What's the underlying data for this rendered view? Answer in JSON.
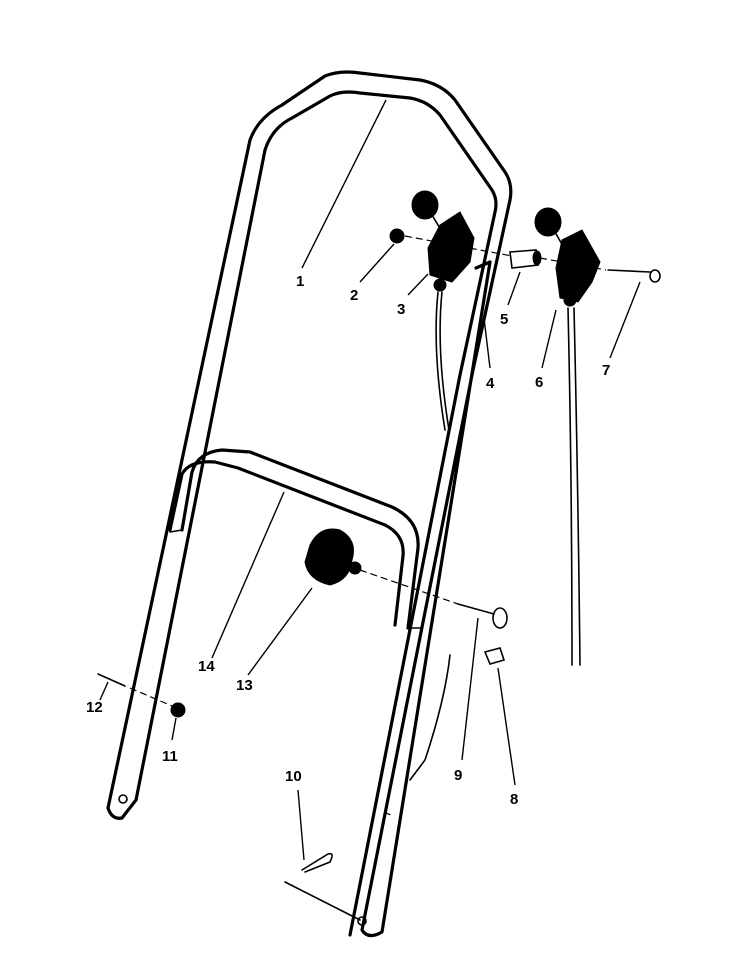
{
  "parts": [
    {
      "id": "part-1",
      "number": "1"
    },
    {
      "id": "part-2",
      "number": "2"
    },
    {
      "id": "part-3",
      "number": "3"
    },
    {
      "id": "part-4",
      "number": "4"
    },
    {
      "id": "part-5",
      "number": "5"
    },
    {
      "id": "part-6",
      "number": "6"
    },
    {
      "id": "part-7",
      "number": "7"
    },
    {
      "id": "part-8",
      "number": "8"
    },
    {
      "id": "part-9",
      "number": "9"
    },
    {
      "id": "part-10",
      "number": "10"
    },
    {
      "id": "part-11",
      "number": "11"
    },
    {
      "id": "part-12",
      "number": "12"
    },
    {
      "id": "part-13",
      "number": "13"
    },
    {
      "id": "part-14",
      "number": "14"
    }
  ]
}
